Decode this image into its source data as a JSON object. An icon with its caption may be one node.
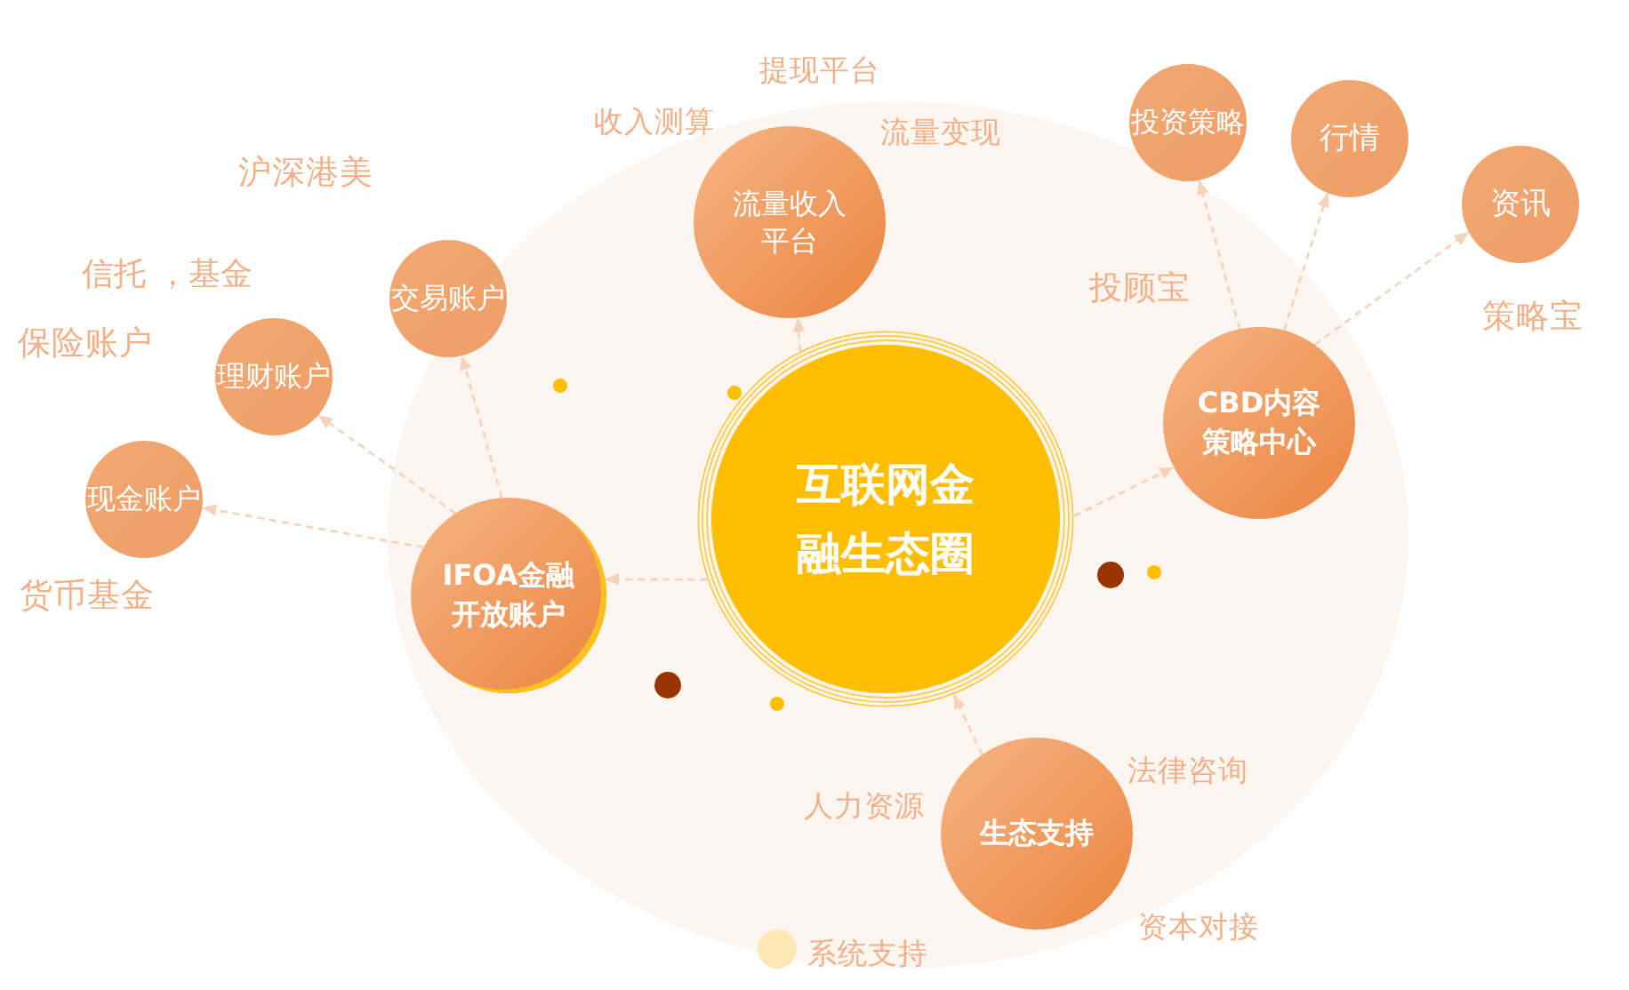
{
  "diagram": {
    "nodes": [
      {
        "text": [
          "互联网金融生态圈"
        ]
      },
      {
        "text": [
          "流量收入平台"
        ],
        "beside": [
          "提现平台",
          "收入测算",
          "流量变现"
        ]
      },
      {
        "text": [
          "交易账户"
        ],
        "beside": [
          "沪深港美"
        ]
      },
      {
        "text": [
          "理财账户"
        ],
        "beside": [
          "信托 ，基金",
          "保险账户"
        ]
      },
      {
        "text": [
          "现金账户"
        ],
        "beside": [
          "货币基金"
        ]
      },
      {
        "text": [
          "IFOA金融开放账户"
        ]
      },
      {
        "text": [
          "CBD内容策略中心"
        ]
      },
      {
        "text": [
          "投资策略"
        ]
      },
      {
        "text": [
          "行情"
        ]
      },
      {
        "text": [
          "资讯"
        ]
      },
      {
        "text": [
          "生态支持"
        ],
        "beside": [
          "法律咨询",
          "人力资源",
          "资本对接",
          "系统支持"
        ]
      }
    ],
    "edges": [
      {
        "from": 0,
        "to": 1,
        "arrow": "to",
        "style": "dashed"
      },
      {
        "from": 0,
        "to": 5,
        "arrow": "to",
        "style": "dashed"
      },
      {
        "from": 0,
        "to": 6,
        "arrow": "to",
        "style": "dashed"
      },
      {
        "from": 10,
        "to": 0,
        "arrow": "to",
        "style": "dashed"
      },
      {
        "from": 5,
        "to": 2,
        "arrow": "to",
        "style": "dashed"
      },
      {
        "from": 5,
        "to": 3,
        "arrow": "to",
        "style": "dashed"
      },
      {
        "from": 5,
        "to": 4,
        "arrow": "to",
        "style": "dashed"
      },
      {
        "from": 6,
        "to": 7,
        "arrow": "to",
        "style": "dashed"
      },
      {
        "from": 6,
        "to": 8,
        "arrow": "to",
        "style": "dashed"
      },
      {
        "from": 6,
        "to": 9,
        "arrow": "to",
        "style": "dashed"
      }
    ],
    "labels": [
      "投顾宝",
      "策略宝"
    ]
  }
}
